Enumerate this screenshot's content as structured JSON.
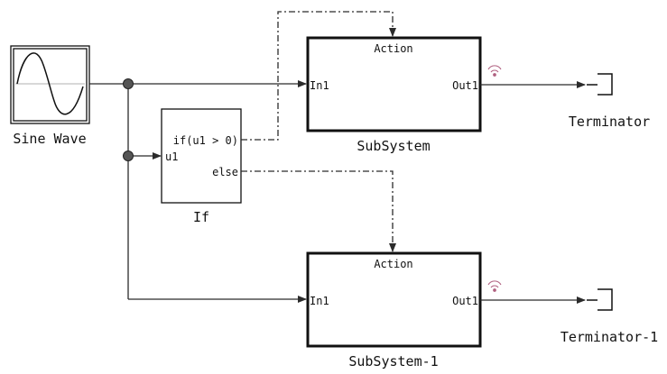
{
  "blocks": {
    "sine_wave": {
      "label": "Sine Wave"
    },
    "if_block": {
      "label": "If",
      "input": "u1",
      "output_if": "if(u1 > 0)",
      "output_else": "else"
    },
    "subsystem": {
      "label": "SubSystem",
      "action": "Action",
      "in": "In1",
      "out": "Out1"
    },
    "subsystem_1": {
      "label": "SubSystem-1",
      "action": "Action",
      "in": "In1",
      "out": "Out1"
    },
    "terminator": {
      "label": "Terminator"
    },
    "terminator_1": {
      "label": "Terminator-1"
    }
  },
  "colors": {
    "line": "#2b2b2b",
    "signal_icon": "#b06080",
    "block_border": "#111111"
  },
  "icons": [
    "sine-wave-icon",
    "wireless-signal-icon",
    "terminator-icon"
  ]
}
